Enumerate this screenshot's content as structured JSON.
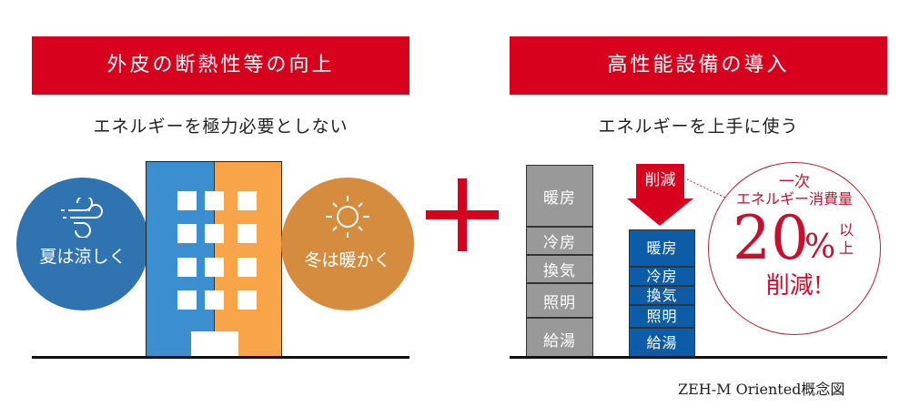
{
  "left_panel": {
    "banner_title": "外皮の断熱性等の向上",
    "subtitle": "エネルギーを極力必要としない",
    "summer_circle": {
      "icon": "wind-icon",
      "label": "夏は涼しく",
      "color": "#2f73b0"
    },
    "winter_circle": {
      "icon": "sun-icon",
      "label": "冬は暖かく",
      "color": "#d68c3f"
    },
    "building": {
      "left_color": "#3b8ed0",
      "right_color": "#f8a54a"
    }
  },
  "plus_sign": {
    "symbol": "+",
    "color": "#d7001d"
  },
  "right_panel": {
    "banner_title": "高性能設備の導入",
    "subtitle": "エネルギーを上手に使う",
    "before_stack": [
      "暖房",
      "冷房",
      "換気",
      "照明",
      "給湯"
    ],
    "after_stack": [
      "暖房",
      "冷房",
      "換気",
      "照明",
      "給湯"
    ],
    "reduction_arrow_label": "削減",
    "callout": {
      "line1": "一次",
      "line2": "エネルギー消費量",
      "big_value": "20",
      "percent": "%",
      "qualifier_top": "以",
      "qualifier_bottom": "上",
      "line4": "削減!"
    }
  },
  "caption": "ZEH-M Oriented概念図",
  "colors": {
    "accent_red": "#d7001d",
    "gray_bar": "#999999",
    "blue_bar": "#0d5ca8"
  }
}
